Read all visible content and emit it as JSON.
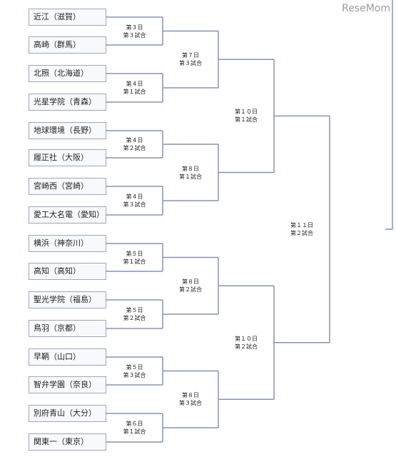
{
  "logo": "ReseMom",
  "teams": [
    "近江（滋賀）",
    "高崎（群馬）",
    "北照（北海道）",
    "光星学院（青森）",
    "地球環境（長野）",
    "履正社（大阪）",
    "宮崎西（宮崎）",
    "愛工大名電（愛知）",
    "横浜（神奈川）",
    "高知（高知）",
    "聖光学院（福島）",
    "鳥羽（京都）",
    "早鞆（山口）",
    "智弁学園（奈良）",
    "別府青山（大分）",
    "関東一（東京）"
  ],
  "round1": [
    {
      "day": "第３日",
      "game": "第３試合"
    },
    {
      "day": "第４日",
      "game": "第１試合"
    },
    {
      "day": "第４日",
      "game": "第２試合"
    },
    {
      "day": "第４日",
      "game": "第３試合"
    },
    {
      "day": "第５日",
      "game": "第１試合"
    },
    {
      "day": "第５日",
      "game": "第２試合"
    },
    {
      "day": "第５日",
      "game": "第３試合"
    },
    {
      "day": "第６日",
      "game": "第１試合"
    }
  ],
  "round2": [
    {
      "day": "第７日",
      "game": "第３試合"
    },
    {
      "day": "第８日",
      "game": "第１試合"
    },
    {
      "day": "第８日",
      "game": "第２試合"
    },
    {
      "day": "第８日",
      "game": "第３試合"
    }
  ],
  "round3": [
    {
      "day": "第１０日",
      "game": "第１試合"
    },
    {
      "day": "第１０日",
      "game": "第２試合"
    }
  ],
  "round4": [
    {
      "day": "第１１日",
      "game": "第２試合"
    }
  ]
}
